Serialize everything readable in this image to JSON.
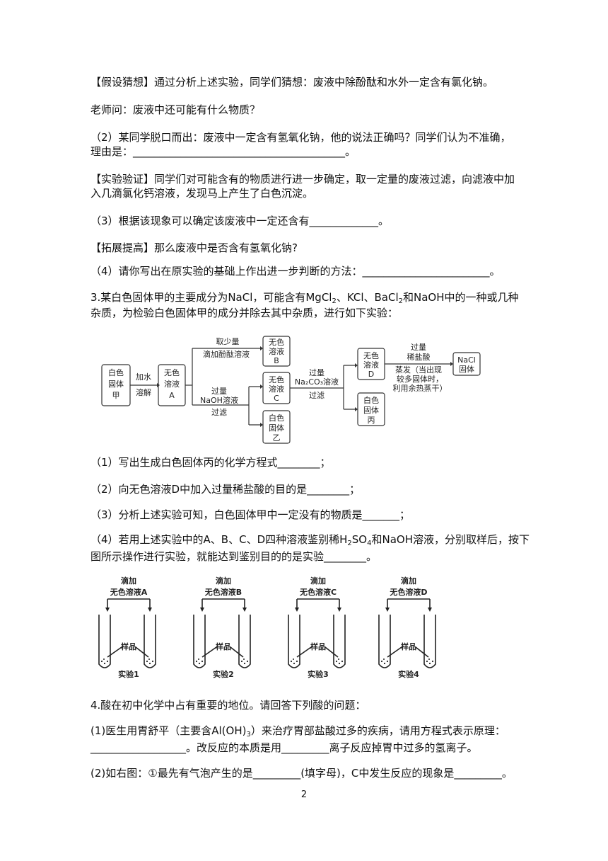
{
  "lines": {
    "l1": "【假设猜想】通过分析上述实验，同学们猜想：废液中除酚酞和水外一定含有氯化钠。",
    "l2": "老师问：废液中还可能有什么物质？",
    "l3": "（2）某同学脱口而出：废液中一定含有氢氧化钠，他的说法正确吗？同学们认为不准确，",
    "l4": "理由是：________________________________________。",
    "l5": "【实验验证】同学们对可能含有的物质进行进一步确定，取一定量的废液过滤，向滤液中加",
    "l6": "入几滴氯化钙溶液，发现马上产生了白色沉淀。",
    "l7": "（3）根据该现象可以确定该废液中一定还含有_____________。",
    "l8": "【拓展提高】那么废液中是否含有氢氧化钠?",
    "l9": "（4）请你写出在原实验的基础上作出进一步判断的方法：________________________。",
    "q3_a": "3.某白色固体甲的主要成分为NaCl，可能含有MgCl",
    "q3_b": "、KCl、BaCl",
    "q3_c": "和NaOH中的一种或几种",
    "q3_line2": "杂质，为检验白色固体甲的成分并除去其中杂质，进行如下实验：",
    "q3_1": "（1）写出生成白色固体丙的化学方程式________；",
    "q3_2": "（2）向无色溶液D中加入过量稀盐酸的目的是________；",
    "q3_3": "（3）分析上述实验可知，白色固体甲中一定没有的物质是_______；",
    "q3_4a": "（4）若用上述实验中的A、B、C、D四种溶液鉴别稀H",
    "q3_4b": "SO",
    "q3_4c": "和NaOH溶液，分别取样后，按下",
    "q3_4line2": "图所示操作进行实验，就能达到鉴别目的的是实验________。",
    "q4": "4.酸在初中化学中占有重要的地位。请回答下列酸的问题：",
    "q4_1a": "(1)医生用胃舒平（主要含Al(OH)",
    "q4_1b": "）来治疗胃部盐酸过多的疾病，请用方程式表示原理：",
    "q4_1line2": "__________________。改反应的本质是用_________离子反应掉胃中过多的氢离子。",
    "q4_2": "(2)如右图：①最先有气泡产生的是_________(填字母)，C中发生反应的现象是_________。",
    "page_number": "2"
  },
  "subscripts": {
    "two": "2",
    "three": "3",
    "four": "4"
  },
  "flow": {
    "start": [
      "白色",
      "固体",
      "甲"
    ],
    "step1": [
      "加水",
      "溶解"
    ],
    "solA": [
      "无色",
      "溶液",
      "A"
    ],
    "top_reagent": [
      "取少量",
      "滴加酚酞溶液"
    ],
    "solB": [
      "无色",
      "溶液",
      "B"
    ],
    "mid_reagent": [
      "过量",
      "NaOH溶液",
      "过滤"
    ],
    "solC": [
      "无色",
      "溶液",
      "C"
    ],
    "solidB": [
      "白色",
      "固体",
      "乙"
    ],
    "na2co3": [
      "过量",
      "Na₂CO₃溶液",
      "过滤"
    ],
    "solD": [
      "无色",
      "溶液",
      "D"
    ],
    "solidC": [
      "白色",
      "固体",
      "丙"
    ],
    "hcl": [
      "过量",
      "稀盐酸"
    ],
    "evap": [
      "蒸发（当出现",
      "较多固体时，",
      "利用余热蒸干）"
    ],
    "nacl": [
      "NaCl",
      "固体"
    ]
  },
  "tubes": {
    "top": "滴加",
    "labels": [
      "无色溶液A",
      "无色溶液B",
      "无色溶液C",
      "无色溶液D"
    ],
    "sample": "样品",
    "experiments": [
      "实验1",
      "实验2",
      "实验3",
      "实验4"
    ]
  }
}
